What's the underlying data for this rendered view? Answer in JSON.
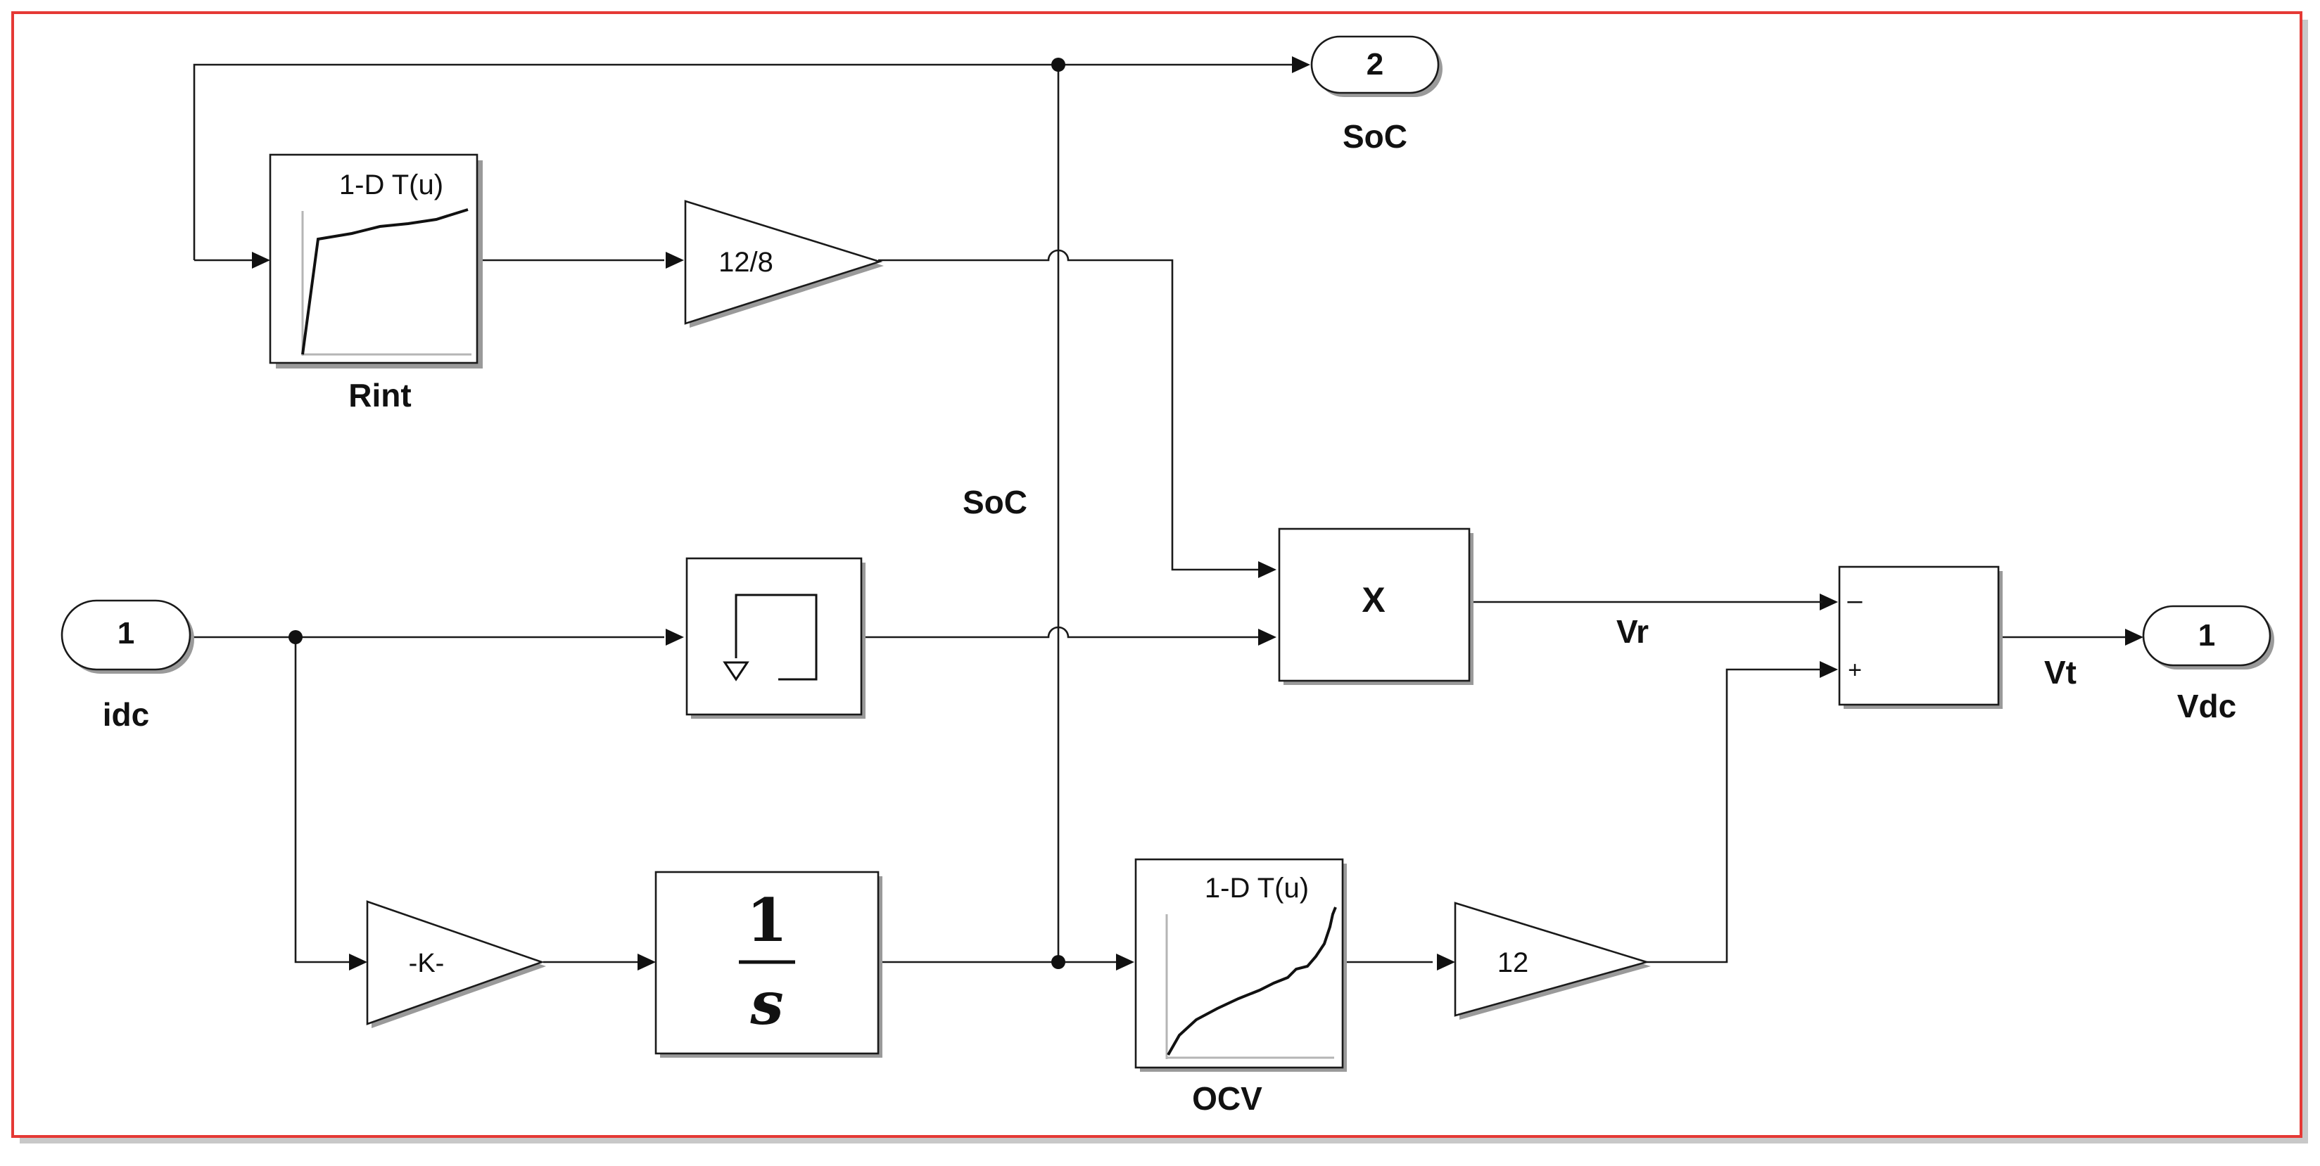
{
  "inports": [
    {
      "number": "1",
      "name": "idc"
    }
  ],
  "outports": [
    {
      "number": "2",
      "name": "SoC"
    },
    {
      "number": "1",
      "name": "Vdc"
    }
  ],
  "blocks": {
    "rint": {
      "header": "1-D T(u)",
      "name": "Rint"
    },
    "ocv": {
      "header": "1-D T(u)",
      "name": "OCV"
    },
    "gain_rint": {
      "value": "12/8"
    },
    "gain_k": {
      "value": "-K-"
    },
    "gain_ocv": {
      "value": "12"
    },
    "integrator": {
      "numerator": "1",
      "denominator": "s"
    },
    "product": {
      "symbol": "X"
    },
    "sum": {
      "minus_sign": "–",
      "plus_sign": "+"
    }
  },
  "signals": {
    "soc": "SoC",
    "vr": "Vr",
    "vt": "Vt"
  },
  "colors": {
    "frame_border": "#e53935",
    "line": "#1a1a1a",
    "block_fill": "#ffffff"
  }
}
